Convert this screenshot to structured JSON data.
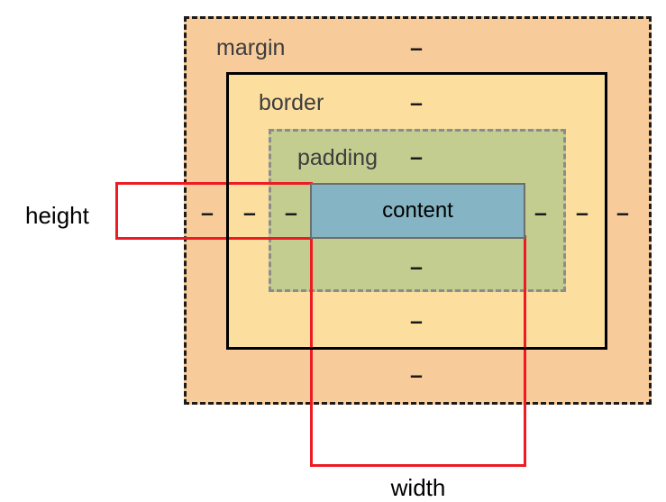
{
  "diagram": {
    "type": "css-box-model",
    "labels": {
      "margin": "margin",
      "border": "border",
      "padding": "padding",
      "content": "content",
      "height": "height",
      "width": "width"
    },
    "glyphs": {
      "dash": "–"
    },
    "colors": {
      "margin_bg": "#F7CB9A",
      "border_bg": "#FCDF9F",
      "padding_bg": "#C3CD90",
      "content_bg": "#85B5C4",
      "margin_border": "#1B1B1B",
      "border_border": "#000000",
      "padding_border": "#8C8C8C",
      "content_border": "#6E6E6E",
      "measure_accent": "#ED1C24",
      "zone_label_text": "#3D3D3D",
      "dash_text": "#1A1A1A"
    }
  }
}
